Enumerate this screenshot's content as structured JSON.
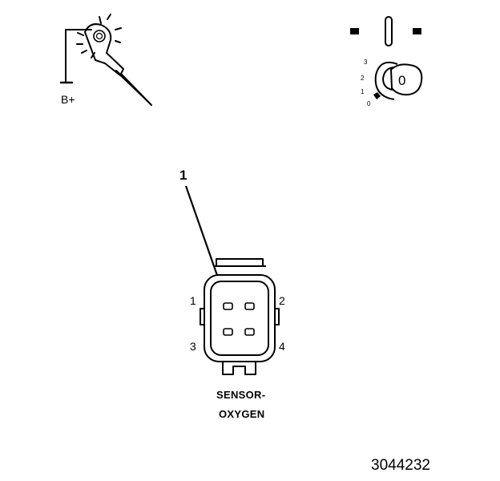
{
  "test_light": {
    "supply_label": "B+"
  },
  "ignition": {
    "positions": [
      "3",
      "2",
      "1",
      "0"
    ],
    "key_mark": "0"
  },
  "callout": {
    "number": "1"
  },
  "connector": {
    "pins": [
      "1",
      "2",
      "3",
      "4"
    ],
    "name_line1": "SENSOR-",
    "name_line2": "OXYGEN"
  },
  "figure_number": "3044232",
  "colors": {
    "line": "#000000",
    "background": "#ffffff"
  }
}
